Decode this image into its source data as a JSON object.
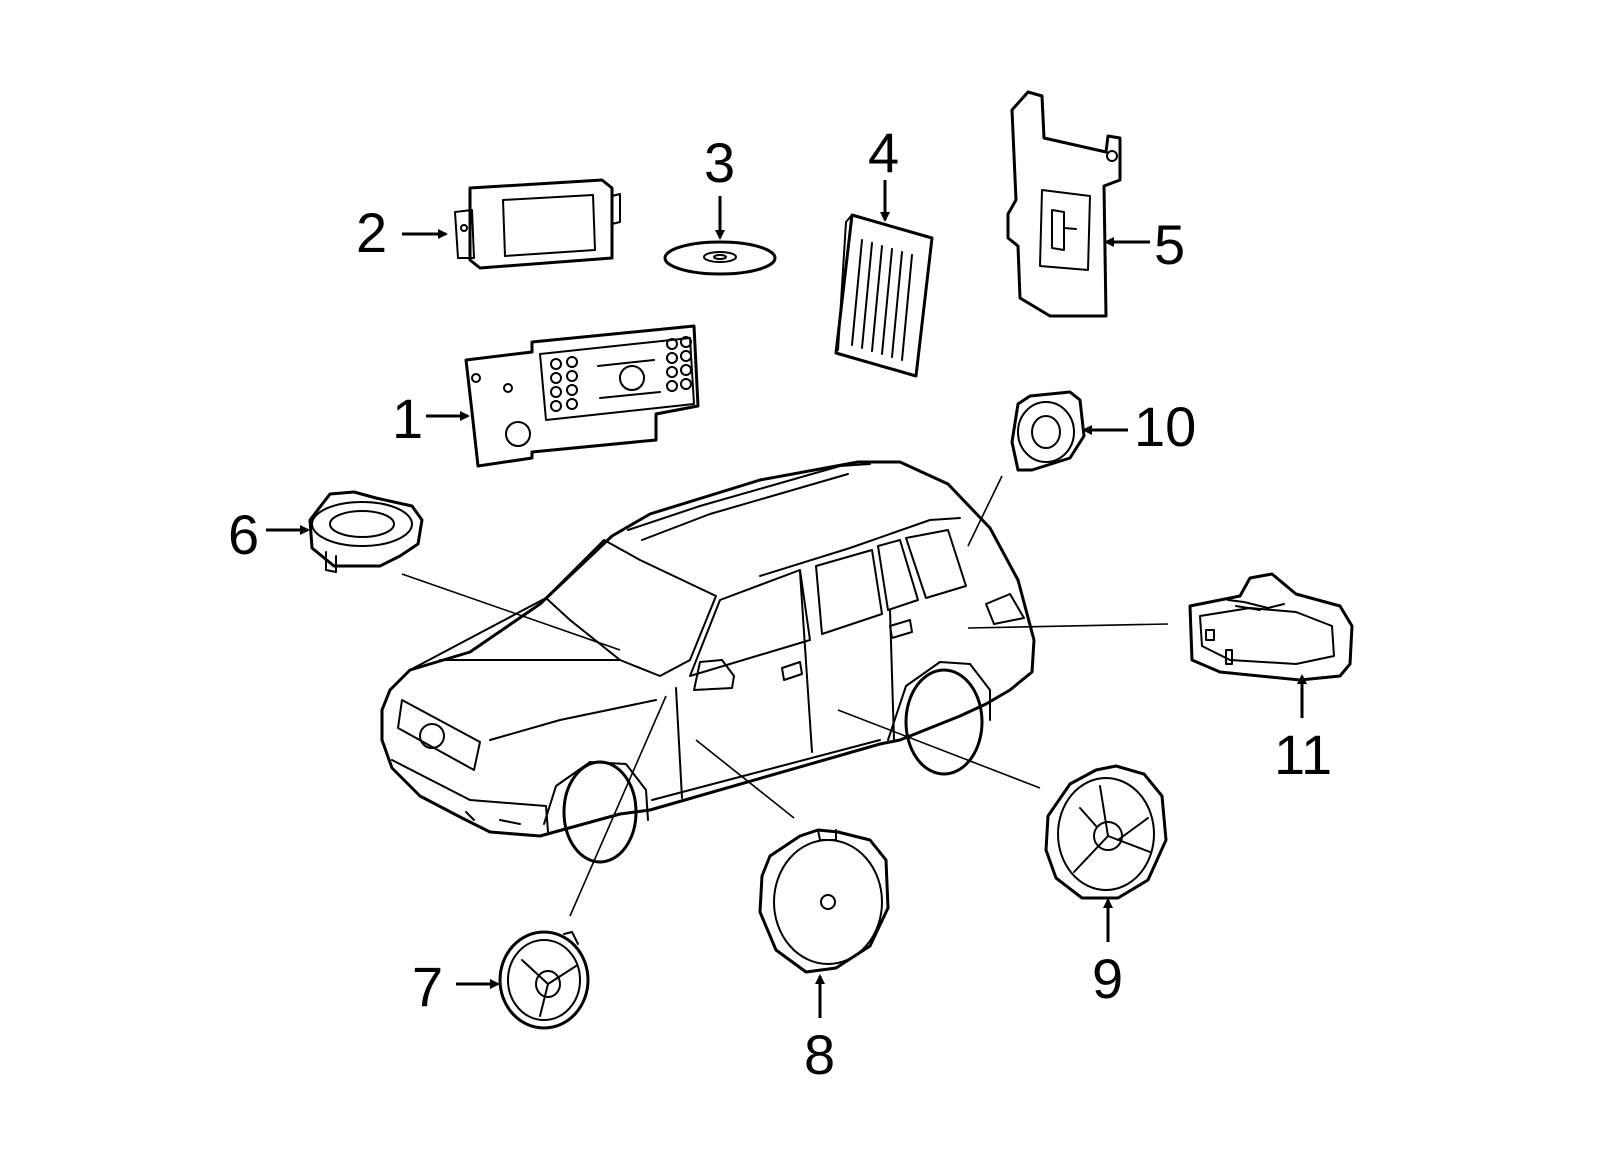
{
  "callouts": {
    "c1": "1",
    "c2": "2",
    "c3": "3",
    "c4": "4",
    "c5": "5",
    "c6": "6",
    "c7": "7",
    "c8": "8",
    "c9": "9",
    "c10": "10",
    "c11": "11"
  },
  "colors": {
    "line": "#000000",
    "background": "#ffffff"
  }
}
